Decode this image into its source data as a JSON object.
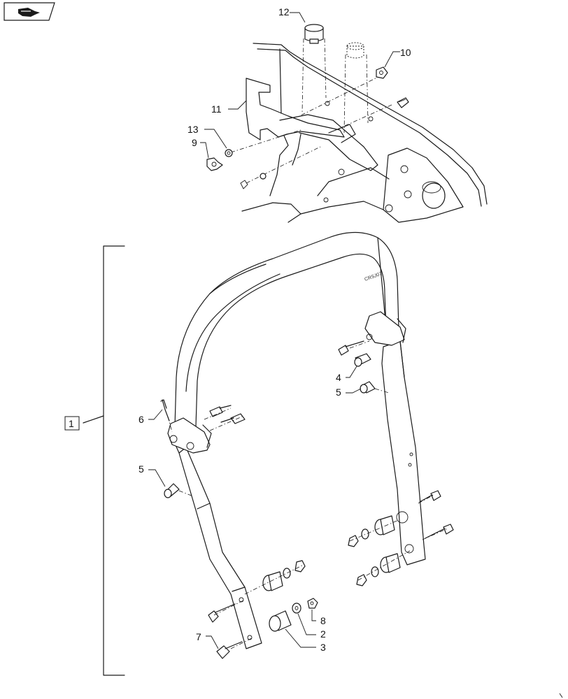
{
  "header": {
    "icon": "open-book-icon"
  },
  "callouts": [
    {
      "id": "12",
      "text": "12"
    },
    {
      "id": "10",
      "text": "10"
    },
    {
      "id": "11",
      "text": "11"
    },
    {
      "id": "13",
      "text": "13"
    },
    {
      "id": "9",
      "text": "9"
    },
    {
      "id": "1",
      "text": "1"
    },
    {
      "id": "4",
      "text": "4"
    },
    {
      "id": "5a",
      "text": "5"
    },
    {
      "id": "6",
      "text": "6"
    },
    {
      "id": "5b",
      "text": "5"
    },
    {
      "id": "7",
      "text": "7"
    },
    {
      "id": "8",
      "text": "8"
    },
    {
      "id": "2",
      "text": "2"
    },
    {
      "id": "3",
      "text": "3"
    }
  ],
  "part_mark": "CRSJ07"
}
